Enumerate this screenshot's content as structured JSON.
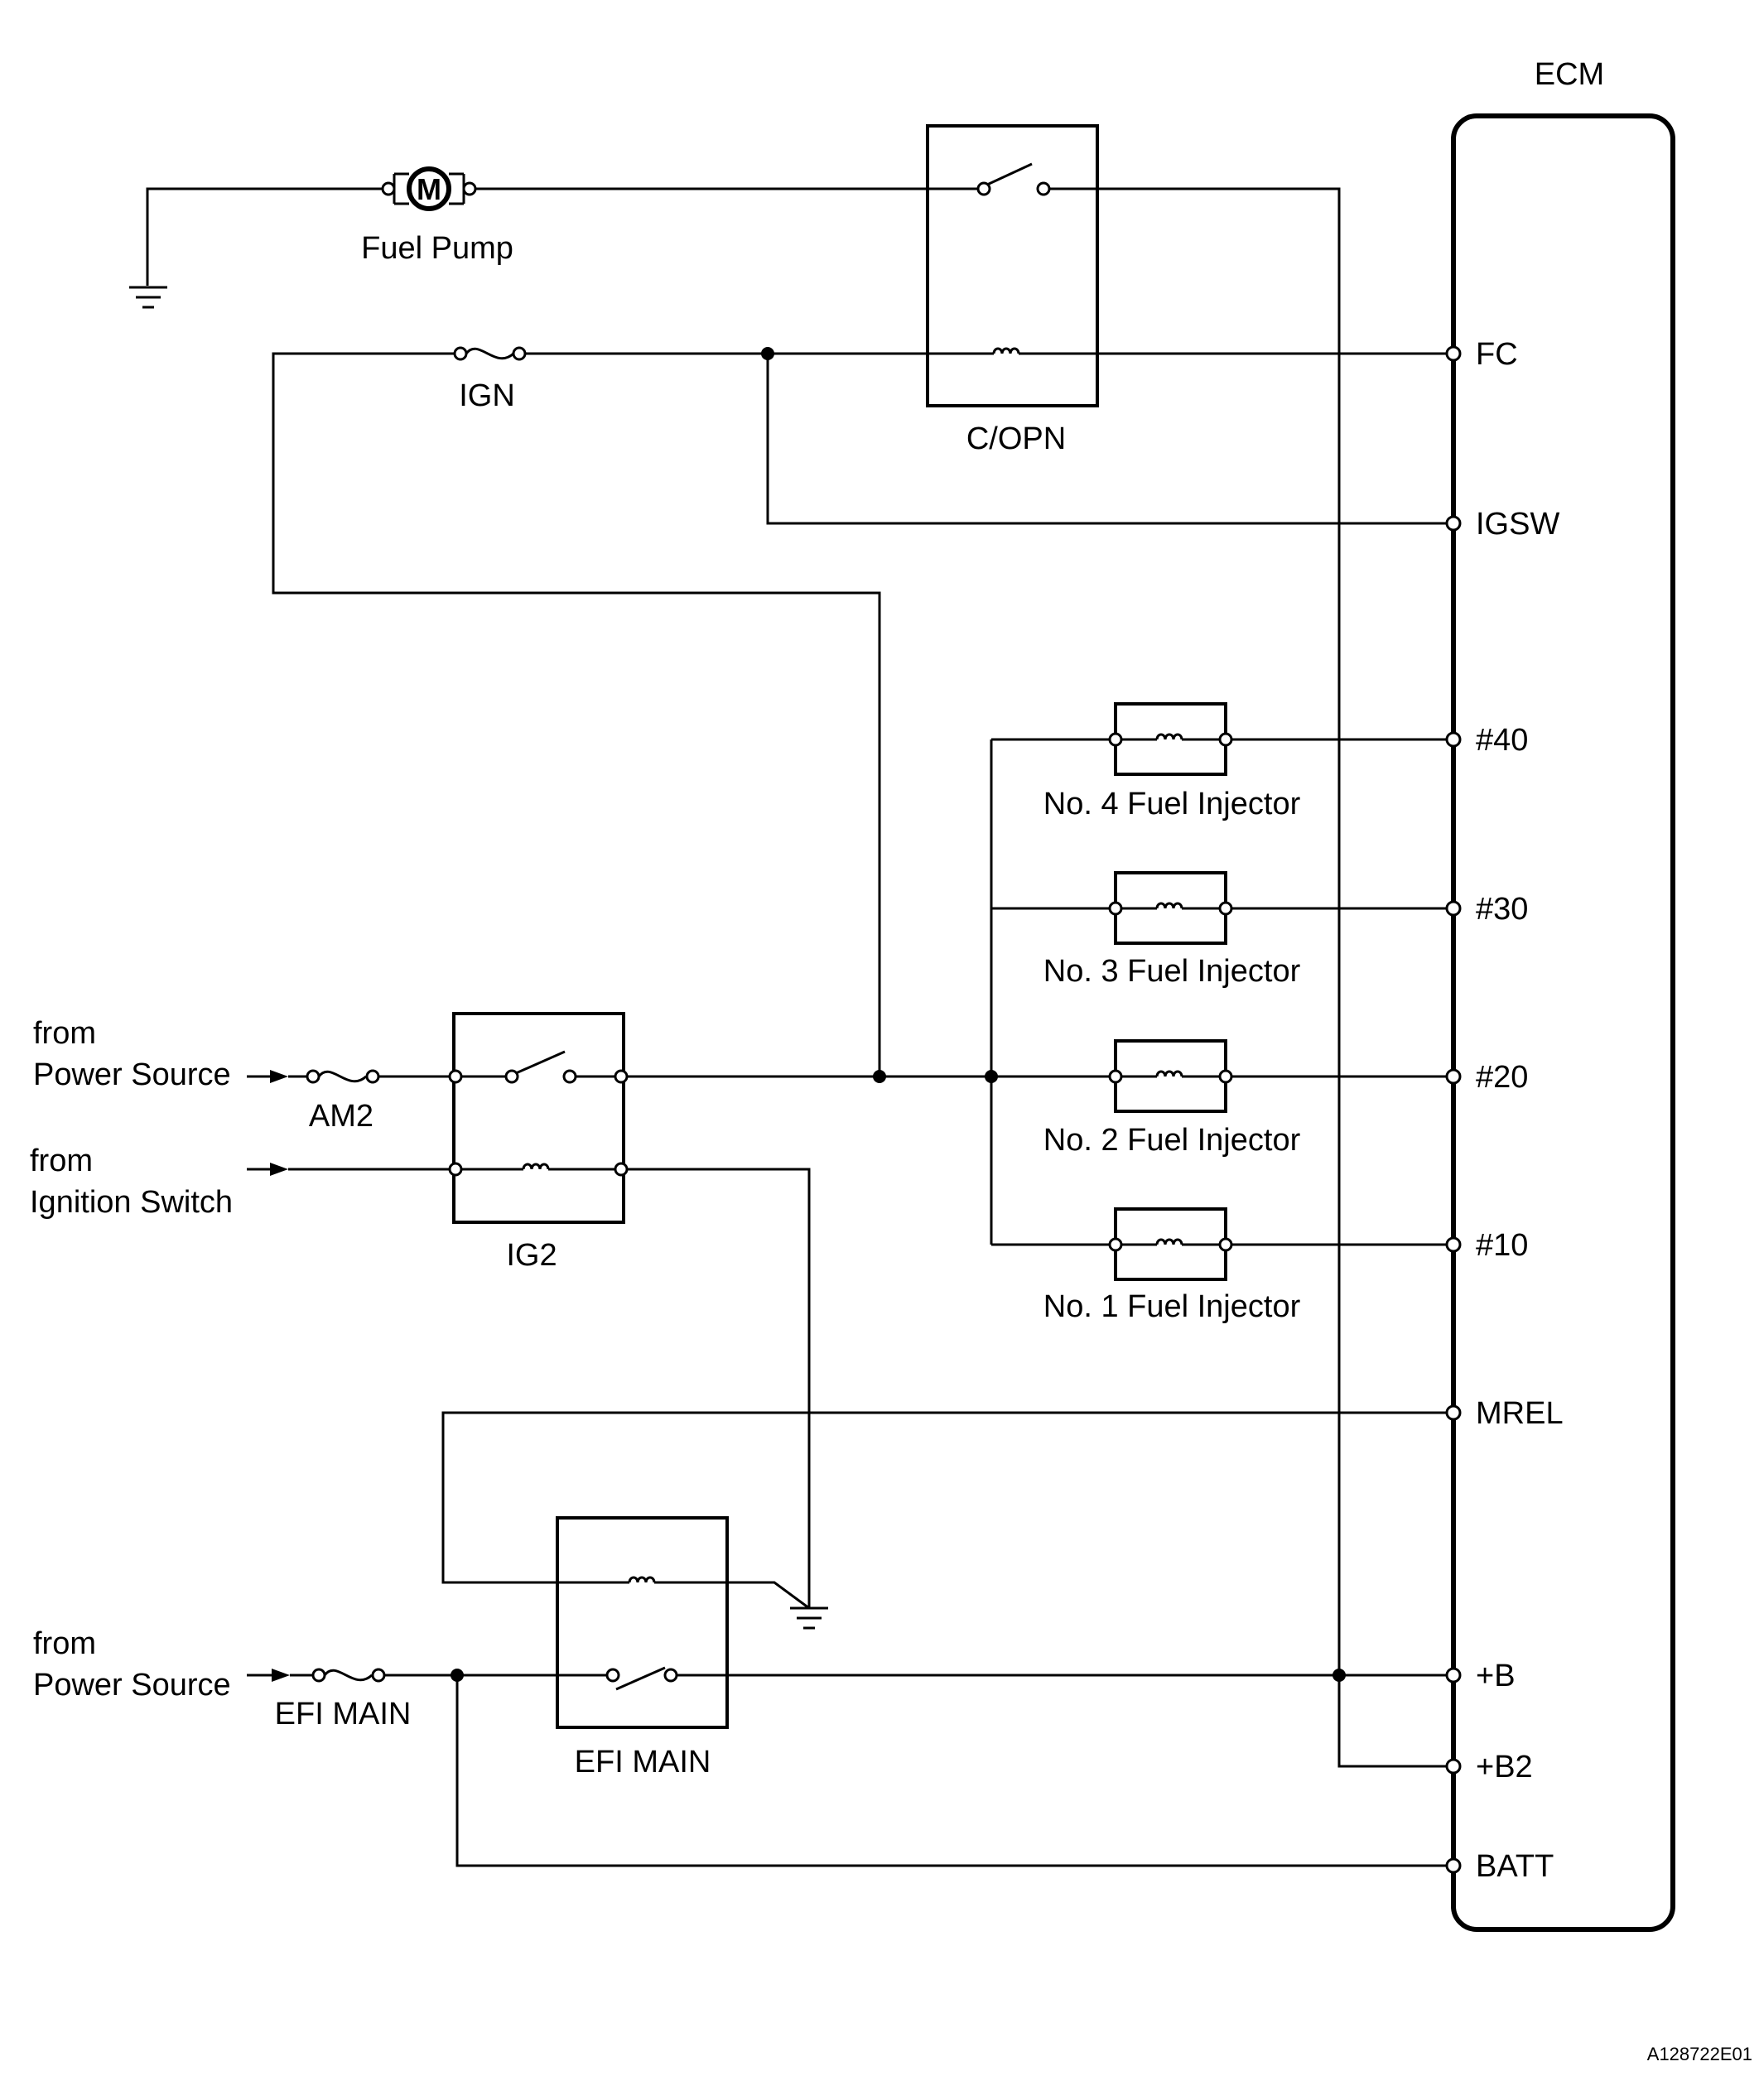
{
  "ecm": {
    "title": "ECM",
    "pins": {
      "fc": "FC",
      "igsw": "IGSW",
      "n40": "#40",
      "n30": "#30",
      "n20": "#20",
      "n10": "#10",
      "mrel": "MREL",
      "b": "+B",
      "b2": "+B2",
      "batt": "BATT"
    }
  },
  "components": {
    "fuel_pump": "Fuel Pump",
    "motor_symbol": "M",
    "ign_fuse": "IGN",
    "copn_relay": "C/OPN",
    "am2_fuse": "AM2",
    "ig2_relay": "IG2",
    "efi_fuse": "EFI MAIN",
    "efi_relay": "EFI MAIN",
    "injectors": {
      "no4": "No. 4 Fuel Injector",
      "no3": "No. 3 Fuel Injector",
      "no2": "No. 2 Fuel Injector",
      "no1": "No. 1 Fuel Injector"
    }
  },
  "sources": {
    "power1_line1": "from",
    "power1_line2": "Power Source",
    "ignition_line1": "from",
    "ignition_line2": "Ignition Switch",
    "power2_line1": "from",
    "power2_line2": "Power Source"
  },
  "figure_id": "A128722E01"
}
